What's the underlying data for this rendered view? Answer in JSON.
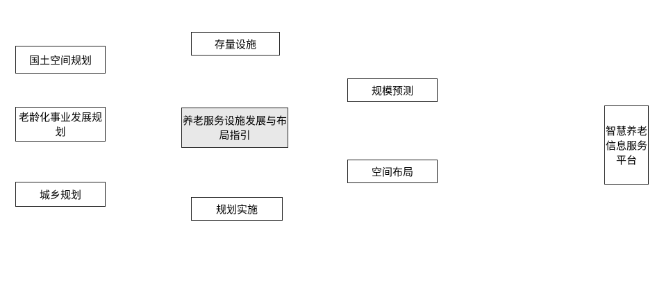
{
  "n": {
    "a": "国土空间规划",
    "b": "老龄化事业发展规划",
    "c": "城乡规划",
    "d": "养老服务设施发展与布局指引",
    "e": "存量设施",
    "f": "规划实施",
    "g": "规模预测",
    "h": "空间布局",
    "i": "智慧养老信息服务平台"
  }
}
